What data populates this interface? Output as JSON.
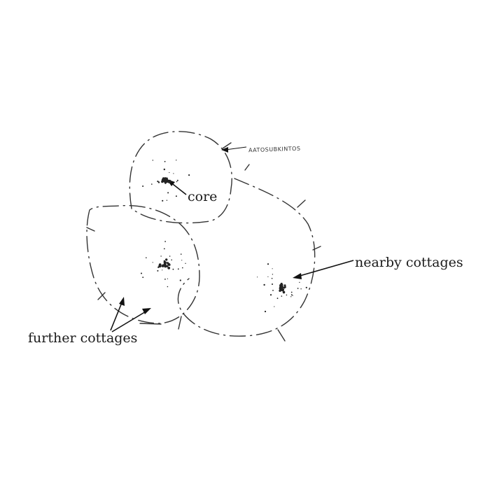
{
  "labels": {
    "core": "core",
    "nearby": "nearby cottages",
    "further": "further cottages",
    "handwritten_note": "AATOSUBKINTOS"
  }
}
